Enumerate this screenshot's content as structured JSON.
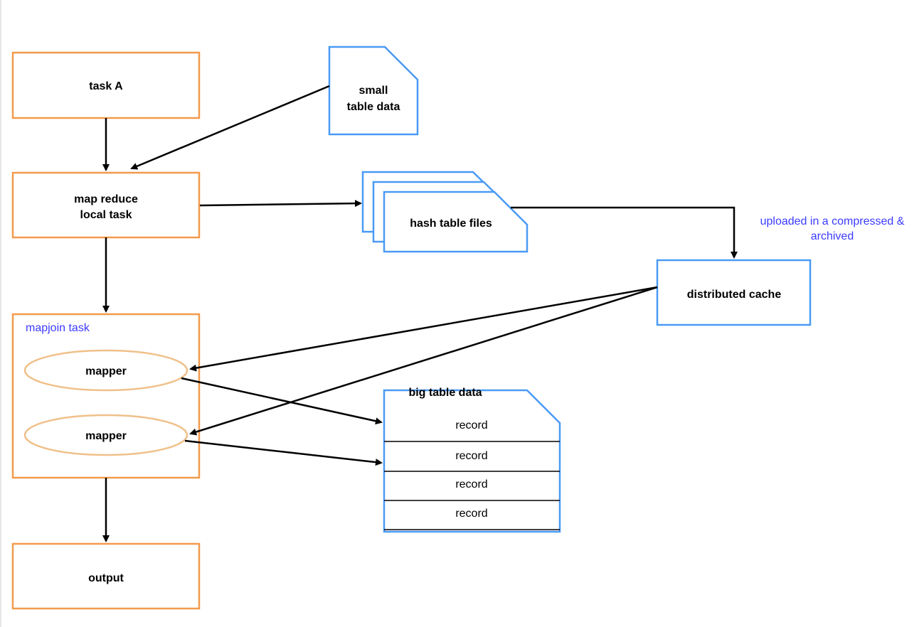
{
  "colors": {
    "orange": "#f39a4b",
    "ellipse_stroke": "#f0c08a",
    "blue_stroke": "#4a9af5",
    "blue_text": "#3b3bff",
    "arrow": "#000000"
  },
  "nodes": {
    "task_a": "task A",
    "small_table": [
      "small",
      "table data"
    ],
    "mr_local_task": [
      "map reduce",
      "local task"
    ],
    "hash_table_files": "hash table files",
    "upload_note": [
      "uploaded in a compressed &",
      "archived"
    ],
    "distributed_cache": "distributed cache",
    "mapjoin_task": "mapjoin task",
    "mapper_1": "mapper",
    "mapper_2": "mapper",
    "big_table": "big table data",
    "records": [
      "record",
      "record",
      "record",
      "record"
    ],
    "output": "output"
  }
}
